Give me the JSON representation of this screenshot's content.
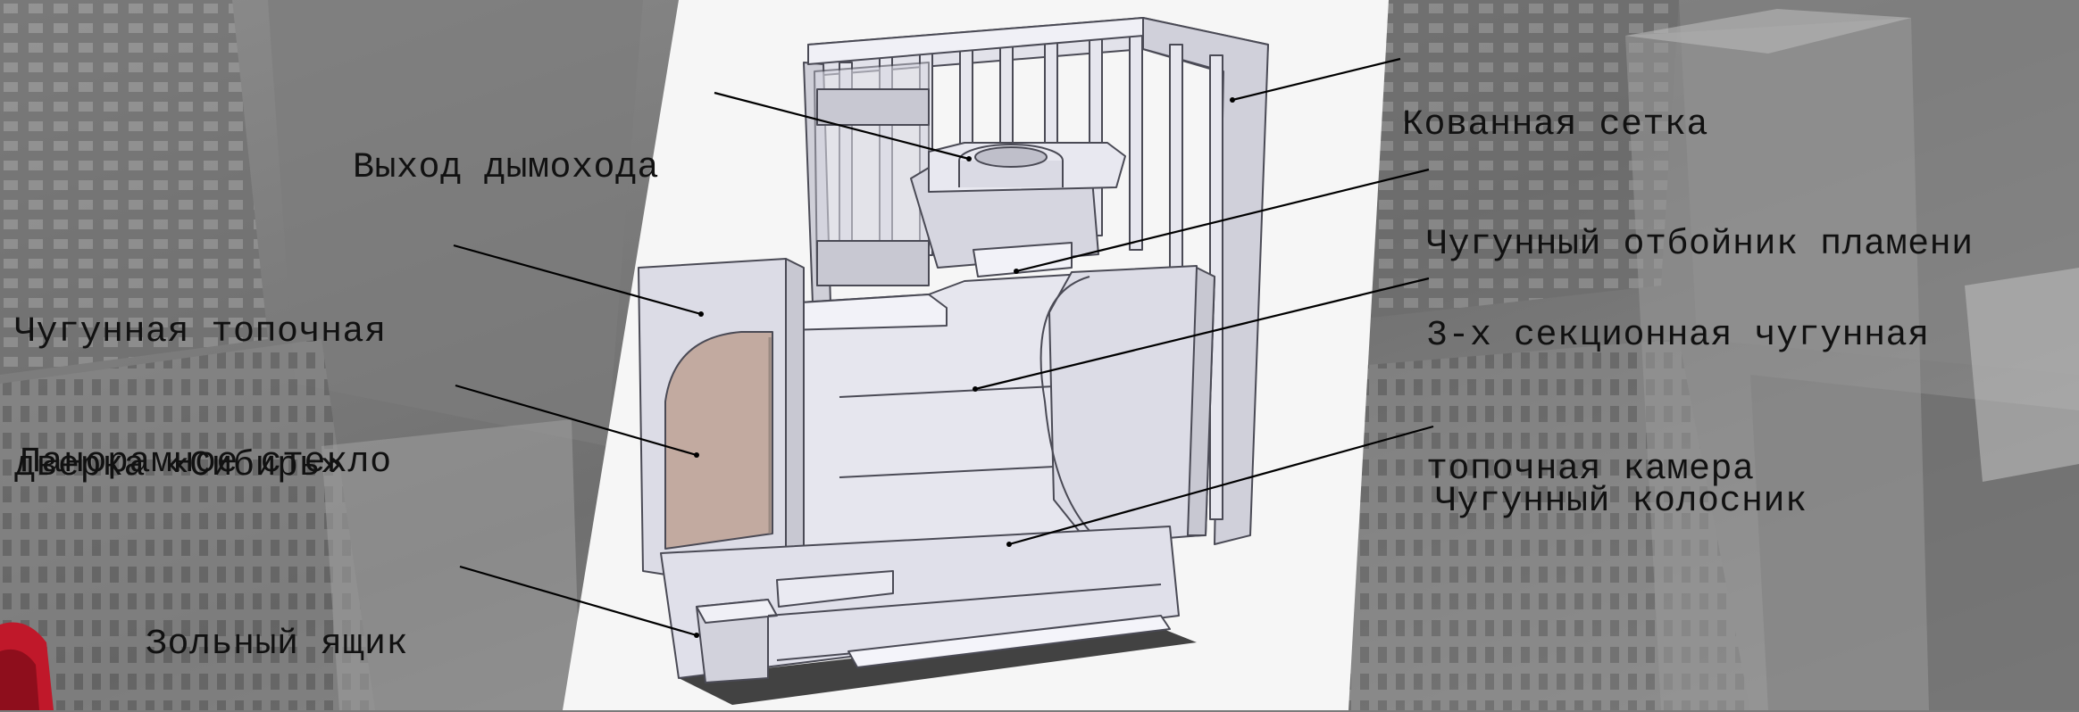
{
  "labels": {
    "chimney_outlet": "Выход дымохода",
    "forged_grid": "Кованная сетка",
    "flame_deflector": "Чугунный отбойник пламени",
    "firebox_line1": "3-х секционная чугунная",
    "firebox_line2": "топочная камера",
    "fire_door_line1": "Чугунная топочная",
    "fire_door_line2": "дверка «Сибирь»",
    "panoramic_glass": "Панорамное стекло",
    "grate": "Чугунный колосник",
    "ash_box": "Зольный ящик"
  },
  "colors": {
    "label_text": "#111111",
    "leader_line": "#000000",
    "glass": "#c2aaa0",
    "metal": "#dcdce6",
    "metal_edge": "#4a4a55",
    "backdrop": "#f6f6f6",
    "city_dark": "#5e5e5e",
    "city_light": "#a8a8a8",
    "accent_red": "#c0182a"
  }
}
